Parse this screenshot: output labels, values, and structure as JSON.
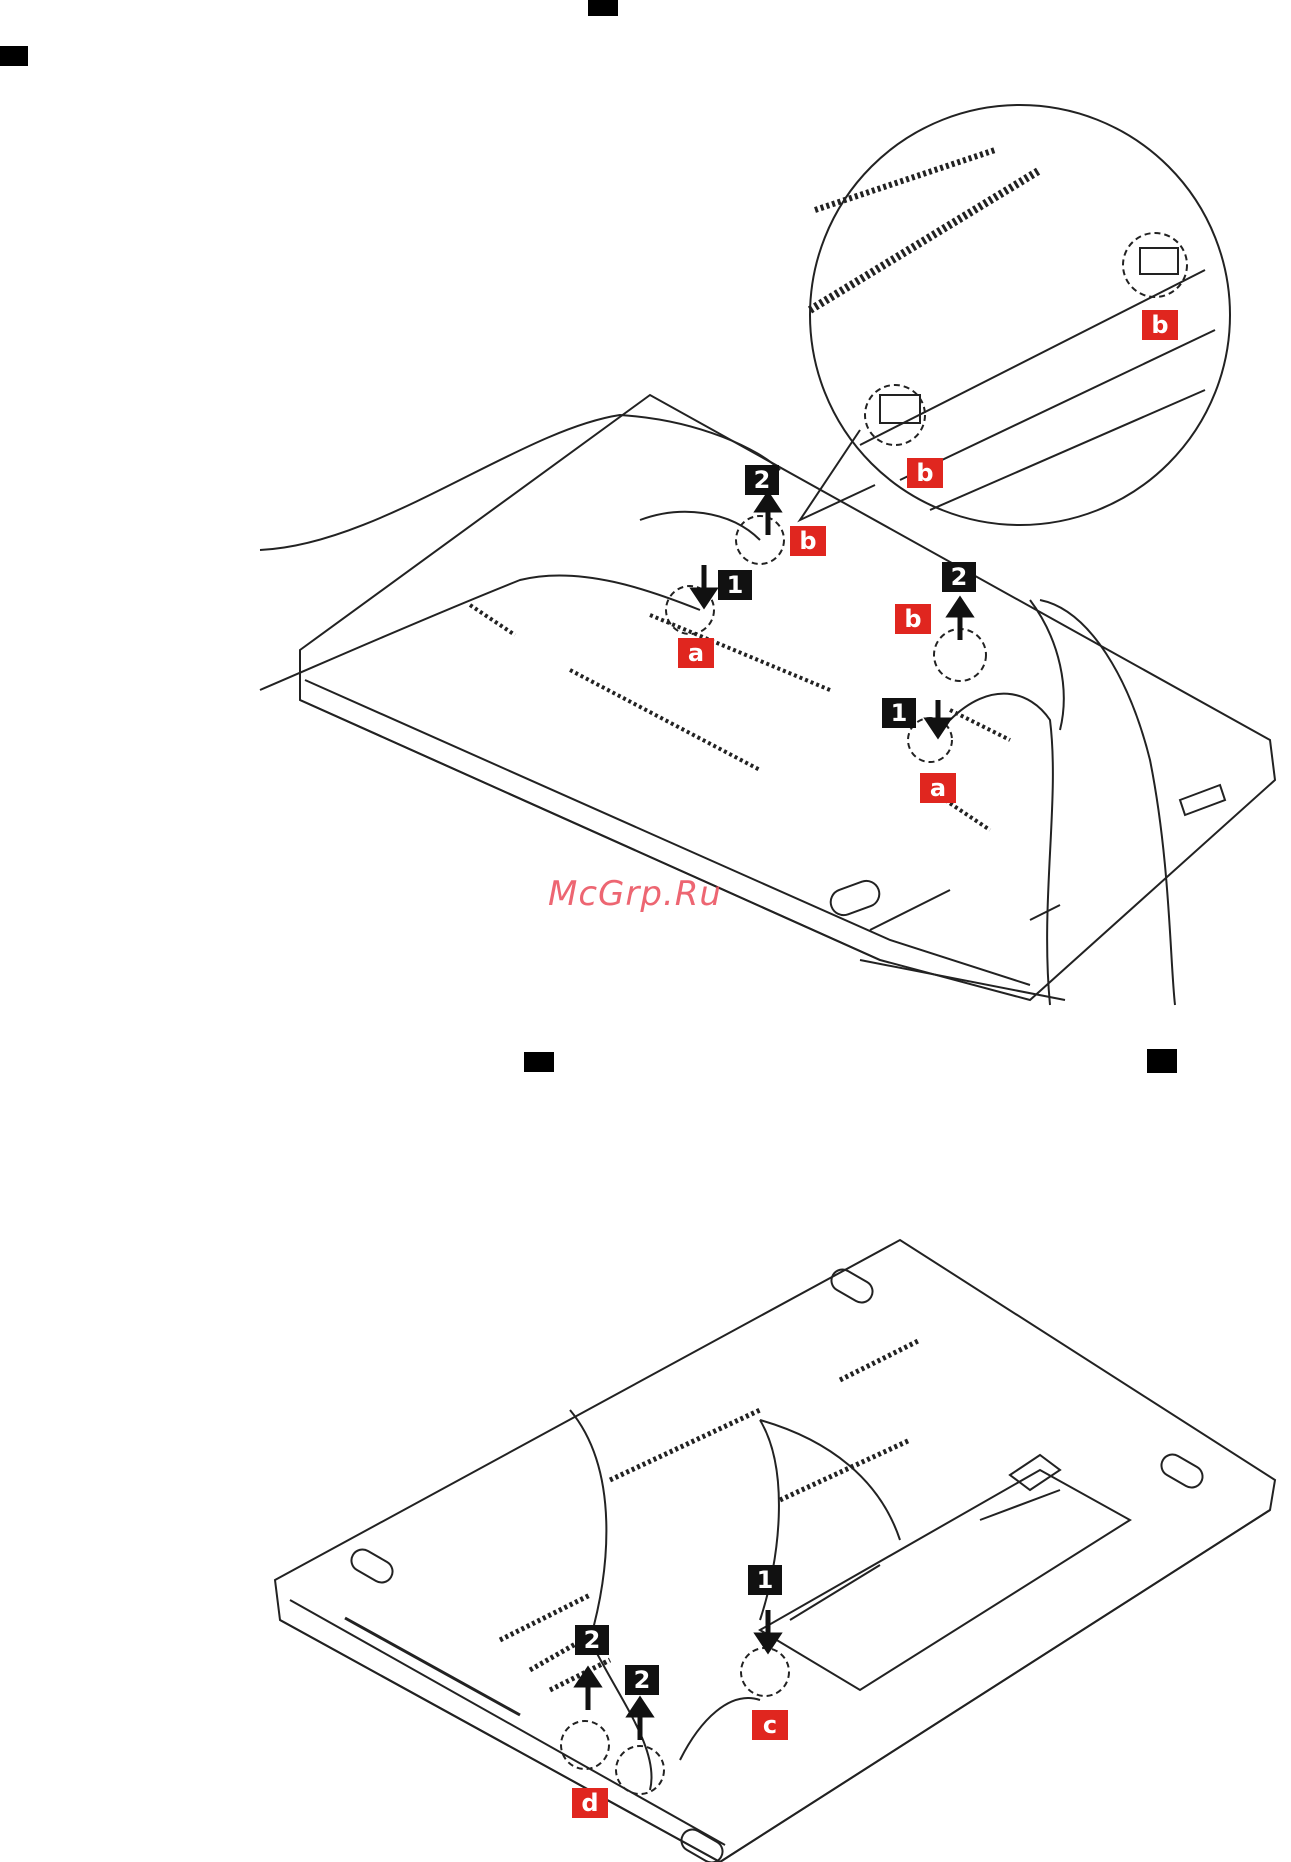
{
  "watermark": {
    "text": "McGrp.Ru"
  },
  "figure_top": {
    "callouts": [
      {
        "id": "t1",
        "text": "2",
        "style": "black"
      },
      {
        "id": "t2",
        "text": "b",
        "style": "red"
      },
      {
        "id": "t3",
        "text": "1",
        "style": "black"
      },
      {
        "id": "t4",
        "text": "a",
        "style": "red"
      },
      {
        "id": "t5",
        "text": "2",
        "style": "black"
      },
      {
        "id": "t6",
        "text": "b",
        "style": "red"
      },
      {
        "id": "t7",
        "text": "1",
        "style": "black"
      },
      {
        "id": "t8",
        "text": "a",
        "style": "red"
      },
      {
        "id": "t9",
        "text": "b",
        "style": "red"
      },
      {
        "id": "t10",
        "text": "b",
        "style": "red"
      }
    ]
  },
  "figure_bottom": {
    "callouts": [
      {
        "id": "u1",
        "text": "1",
        "style": "black"
      },
      {
        "id": "u2",
        "text": "c",
        "style": "red"
      },
      {
        "id": "u3",
        "text": "2",
        "style": "black"
      },
      {
        "id": "u4",
        "text": "2",
        "style": "black"
      },
      {
        "id": "u5",
        "text": "d",
        "style": "red"
      }
    ]
  },
  "colors": {
    "callout_black": "#111111",
    "callout_red": "#e0261f",
    "watermark": "#ea4c5a"
  }
}
